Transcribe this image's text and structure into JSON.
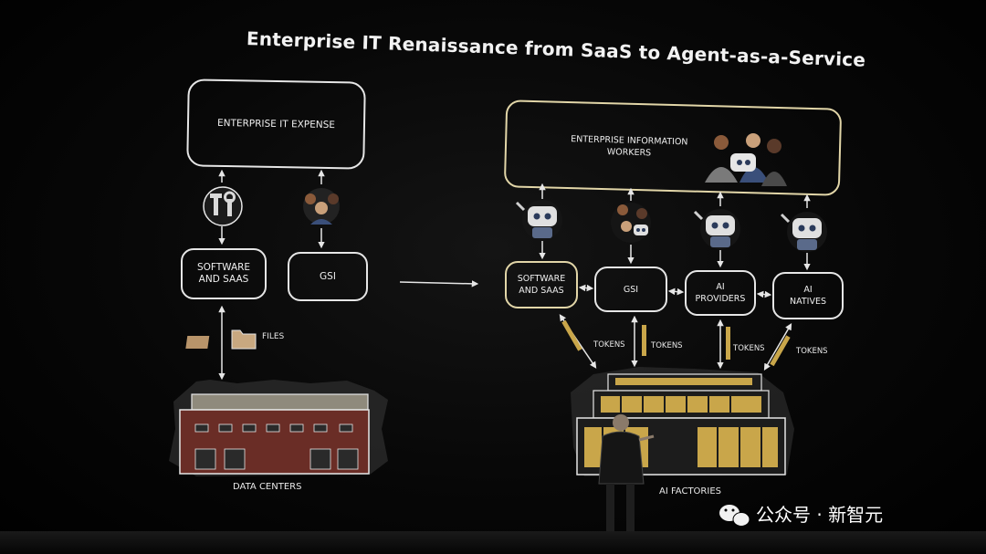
{
  "title": "Enterprise IT Renaissance from SaaS to Agent-as-a-Service",
  "left": {
    "expense": "ENTERPRISE IT EXPENSE",
    "software": "SOFTWARE\nAND SAAS",
    "gsi": "GSI",
    "files": "FILES",
    "datacenters": "DATA CENTERS"
  },
  "right": {
    "workers": "ENTERPRISE INFORMATION\nWORKERS",
    "software": "SOFTWARE\nAND SAAS",
    "gsi": "GSI",
    "providers": "AI\nPROVIDERS",
    "natives": "AI\nNATIVES",
    "tokens": [
      "TOKENS",
      "TOKENS",
      "TOKENS",
      "TOKENS"
    ],
    "factories": "AI FACTORIES"
  },
  "watermark": "公众号 · 新智元",
  "colors": {
    "line": "#e6e6e6",
    "gold": "#c9a64a",
    "brick": "#6a2d26"
  }
}
